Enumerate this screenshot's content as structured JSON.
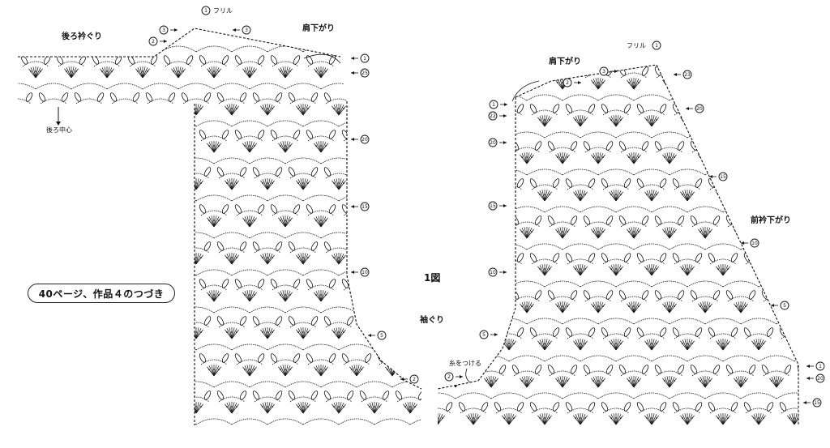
{
  "labels": {
    "back_neck": "後ろ衿ぐり",
    "back_center": "後ろ中心",
    "frill_left": "フリル",
    "frill_right": "フリル",
    "shoulder_left": "肩下がり",
    "shoulder_right": "肩下がり",
    "front_neck": "前衿下がり",
    "figure": "1図",
    "armhole": "袖ぐり",
    "join_note": "糸をつける",
    "continuation": "40ページ、作品４のつづき"
  },
  "row_markers": {
    "frill_1_left": "1",
    "frill_3_top": "3",
    "frill_2_left": "2",
    "frill_3_left": "3",
    "back_1": "1",
    "back_25": "25",
    "back_20": "20",
    "back_15": "15",
    "back_10": "10",
    "back_5": "5",
    "back_2": "2",
    "front_frill_1": "1",
    "front_2": "2",
    "front_3": "3",
    "front_23": "23",
    "front_20r": "20",
    "front_15r": "15",
    "front_10r": "10",
    "front_5r": "5",
    "front_1r": "1",
    "front_20br": "20",
    "front_15br": "15",
    "front_1l": "1",
    "front_22l": "22",
    "front_20l": "20",
    "front_15l": "15",
    "front_10l": "10",
    "front_5l": "5",
    "front_2l": "2"
  },
  "colors": {
    "ink": "#111111",
    "paper": "#ffffff"
  }
}
